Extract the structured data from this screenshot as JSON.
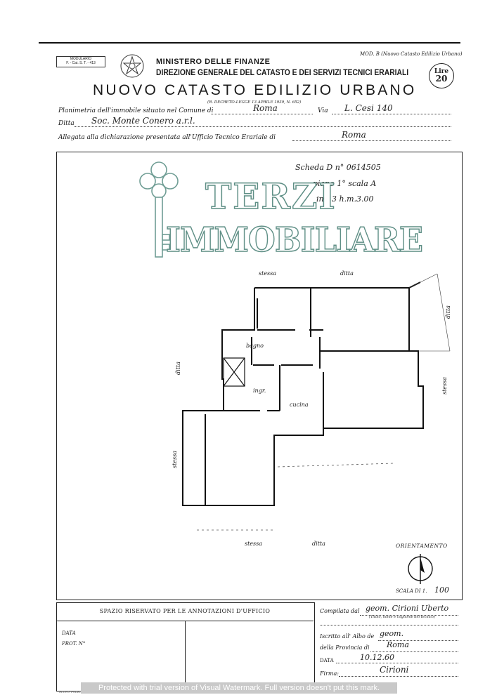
{
  "header": {
    "modulario": "MODULARIO",
    "modulario_code": "F. - Cat. S. T. - 413",
    "ministero": "MINISTERO DELLE FINANZE",
    "direzione": "DIREZIONE GENERALE DEL CATASTO E DEI SERVIZI TECNICI ERARIALI",
    "mod_b": "MOD. B (Nuovo Catasto Edilizio Urbano)",
    "lire_label": "Lire",
    "lire_value": "20",
    "title": "NUOVO CATASTO EDILIZIO URBANO",
    "decreto": "(R. DECRETO-LEGGE 13 APRILE 1939, N. 652)"
  },
  "form": {
    "planimetria_label": "Planimetria dell'immobile situato nel Comune di",
    "comune_value": "Roma",
    "via_label": "Via",
    "via_value": "L. Cesi 140",
    "ditta_label": "Ditta",
    "ditta_value": "Soc. Monte Conero a.r.l.",
    "allegata_label": "Allegata alla dichiarazione presentata all'Ufficio Tecnico Erariale di",
    "allegata_value": "Roma"
  },
  "plan": {
    "scheda": "Scheda D n° 0614505",
    "piano": "piano 1° scala A",
    "interno": "int. 3 h.m.3.00",
    "watermark_line1": "TERZI",
    "watermark_line2": "IMMOBILIARE",
    "labels": {
      "stessa_top": "stessa",
      "ditta_top": "ditta",
      "ditta_right": "ditta",
      "ditta_left": "ditta",
      "stessa_right": "stessa",
      "stessa_left": "stessa",
      "bagno": "bagno",
      "cucina": "cucina",
      "ingr": "ingr.",
      "stessa_bottom": "stessa",
      "ditta_bottom": "ditta"
    },
    "orientamento": "ORIENTAMENTO",
    "scala": "SCALA DI 1.",
    "scala_value": "100"
  },
  "footer": {
    "spazio": "SPAZIO RISERVATO PER LE ANNOTAZIONI D'UFFICIO",
    "data_label": "DATA",
    "prot_label": "PROT. N°",
    "compilata_label": "Compilata dal",
    "compilata_value": "geom. Cirioni Uberto",
    "titolo_note": "(Titolo, nome e cognome del tecnico)",
    "iscritto_label": "Iscritto all' Albo de",
    "iscritto_value": "geom.",
    "provincia_label": "della Provincia di",
    "provincia_value": "Roma",
    "data2_label": "DATA",
    "data2_value": "10.12.60",
    "firma_label": "Firma:",
    "firma_value": "Cirioni",
    "bottom_small": "M.I.P.O. POLIGRAFICO DELLO STATO"
  },
  "watermark_banner": "Protected with trial version of Visual Watermark. Full version doesn't put this mark."
}
